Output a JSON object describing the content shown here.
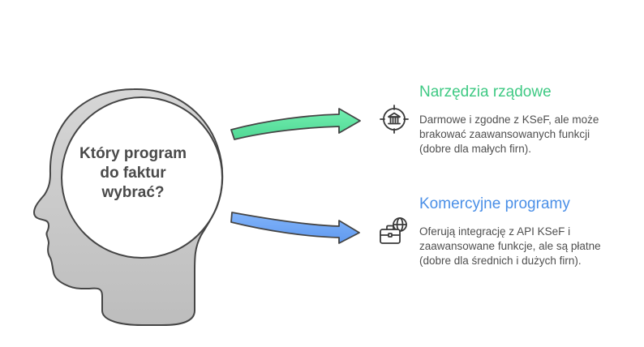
{
  "diagram": {
    "question": {
      "lines": [
        "Który program",
        "do faktur",
        "wybrać?"
      ]
    },
    "options": [
      {
        "title": "Narzędzia rządowe",
        "icon": "government-building-target-icon",
        "color": "#3ec983",
        "arrow_color": "#5ee6a0",
        "description_lines": [
          "Darmowe i zgodne z KSeF, ale może",
          "brakować zaawansowanych funkcji",
          "(dobre dla małych firn)."
        ]
      },
      {
        "title": "Komercyjne programy",
        "icon": "briefcase-globe-icon",
        "color": "#4a8fe7",
        "arrow_color": "#6fa6f5",
        "description_lines": [
          "Oferują integrację z API KSeF i",
          "zaawansowane funkcje, ale są płatne",
          "(dobre dla średnich i dużych firn)."
        ]
      }
    ],
    "colors": {
      "head_fill": "#c4c4c4",
      "head_stroke": "#454545",
      "circle_fill": "#ffffff",
      "question_text": "#4a4a4a",
      "description_text": "#4f4f4f"
    }
  }
}
